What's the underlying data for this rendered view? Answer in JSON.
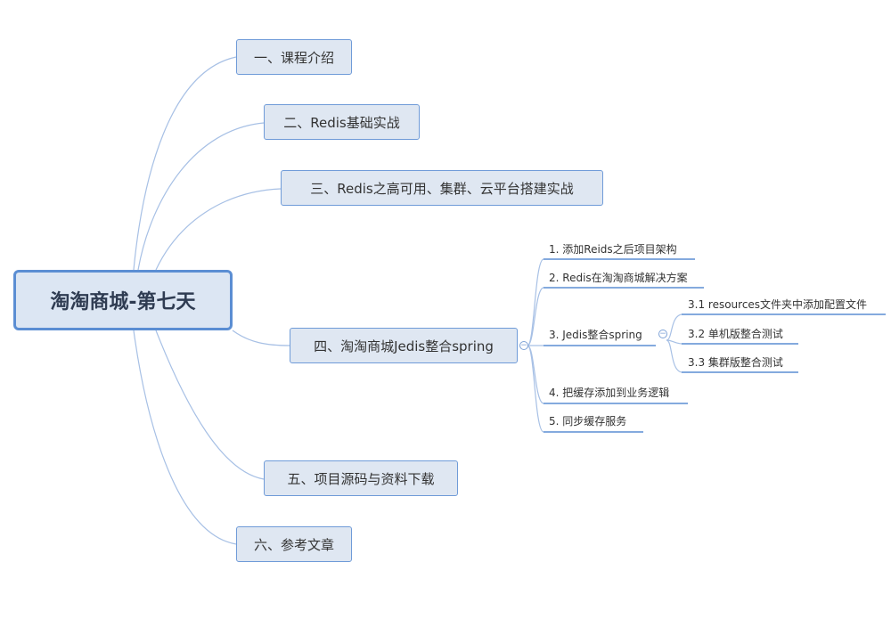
{
  "root": {
    "title": "淘淘商城-第七天"
  },
  "topics": [
    {
      "label": "一、课程介绍"
    },
    {
      "label": "二、Redis基础实战"
    },
    {
      "label": "三、Redis之高可用、集群、云平台搭建实战"
    },
    {
      "label": "四、淘淘商城Jedis整合spring"
    },
    {
      "label": "五、项目源码与资料下载"
    },
    {
      "label": "六、参考文章"
    }
  ],
  "topic4_children": [
    {
      "label": "1. 添加Reids之后项目架构"
    },
    {
      "label": "2. Redis在淘淘商城解决方案"
    },
    {
      "label": "3. Jedis整合spring"
    },
    {
      "label": "4. 把缓存添加到业务逻辑"
    },
    {
      "label": "5. 同步缓存服务"
    }
  ],
  "jedis_children": [
    {
      "label": "3.1  resources文件夹中添加配置文件"
    },
    {
      "label": "3.2  单机版整合测试"
    },
    {
      "label": "3.3  集群版整合测试"
    }
  ],
  "colors": {
    "line": "#a7c0e5",
    "underline": "#5b8ed3",
    "root_border": "#5b8ed3",
    "topic_fill": "#dfe7f2"
  }
}
